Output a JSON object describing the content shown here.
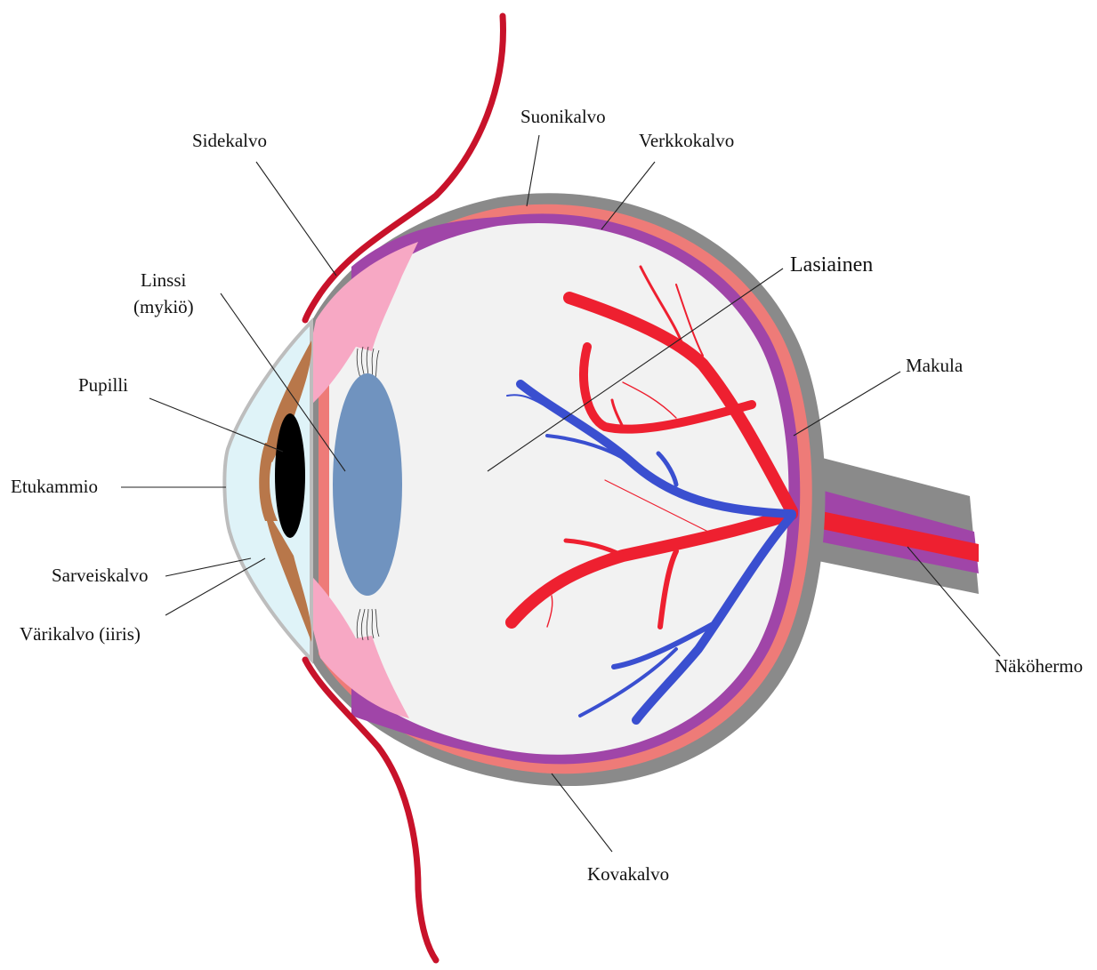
{
  "labels": {
    "sidekalvo": "Sidekalvo",
    "suonikalvo": "Suonikalvo",
    "verkkokalvo": "Verkkokalvo",
    "lasiainen": "Lasiainen",
    "linssi_line1": "Linssi",
    "linssi_line2": "(mykiö)",
    "pupilli": "Pupilli",
    "makula": "Makula",
    "etukammio": "Etukammio",
    "sarveiskalvo": "Sarveiskalvo",
    "varikalvo": "Värikalvo (iiris)",
    "nakohermo": "Näköhermo",
    "kovakalvo": "Kovakalvo"
  },
  "colors": {
    "sclera": "#8a8a8a",
    "choroid": "#ee7b78",
    "retina": "#a045a8",
    "vitreous": "#f2f2f2",
    "ciliary": "#f7a8c4",
    "iris": "#b8774a",
    "lens": "#7093bf",
    "cornea": "#dff3f8",
    "artery": "#ee2030",
    "vein": "#3a4fd0",
    "conjunctiva": "#c8122a",
    "pupil": "#000000"
  }
}
